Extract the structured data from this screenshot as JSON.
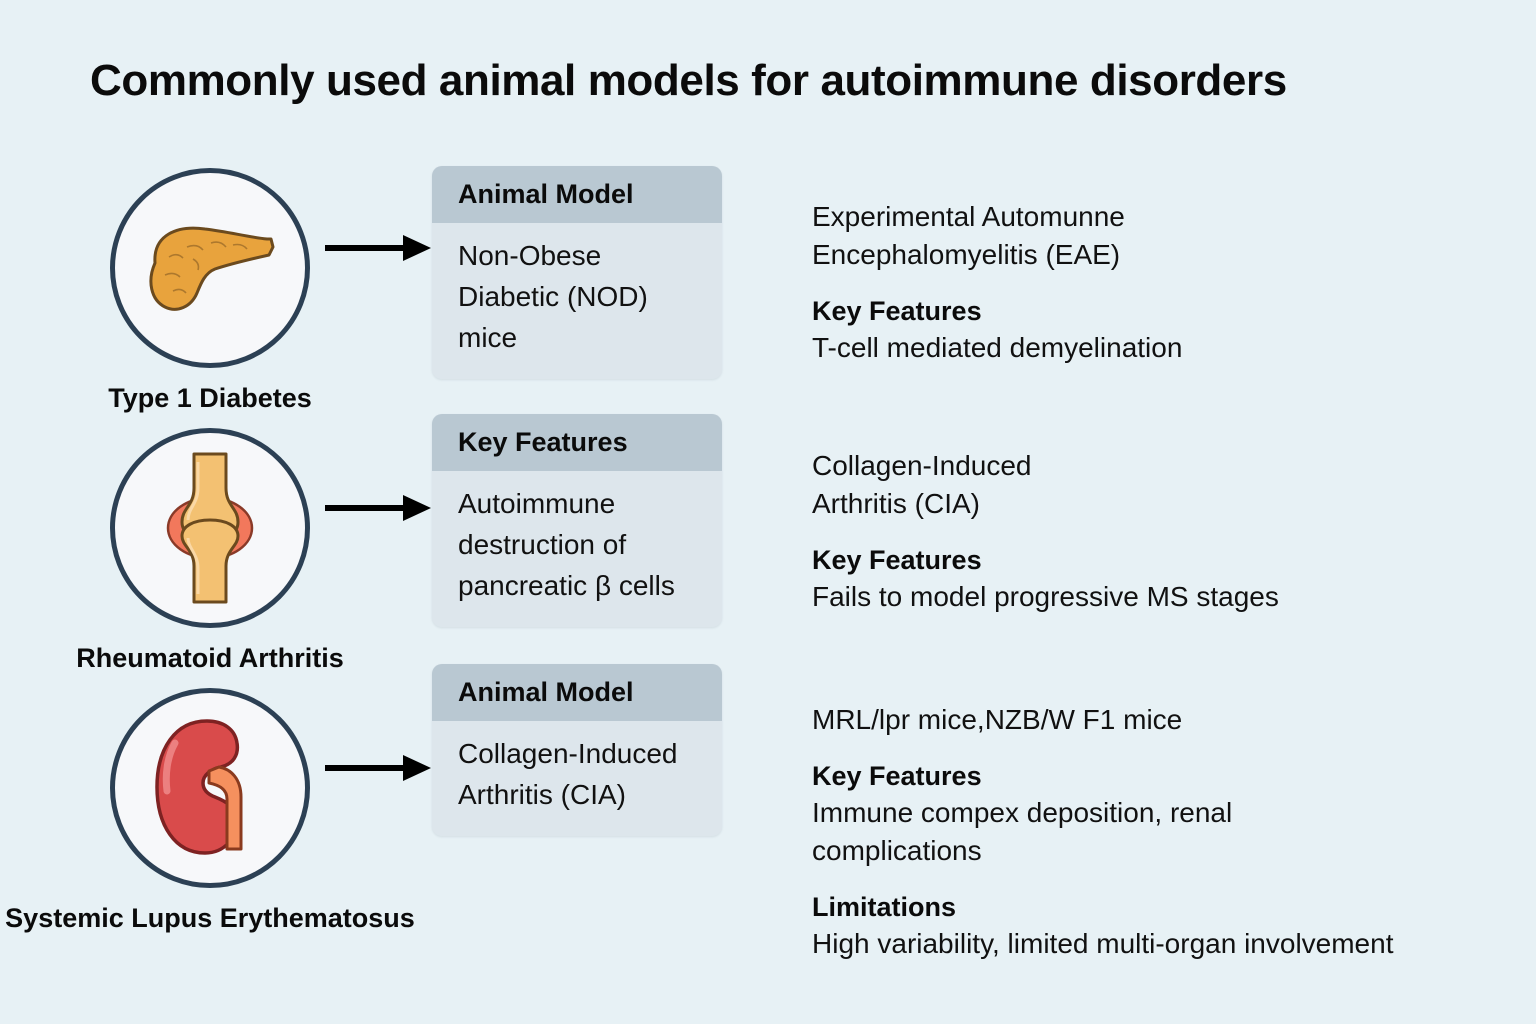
{
  "title": "Commonly used animal models for autoimmune disorders",
  "theme": {
    "background": "#e7f1f5",
    "card_header": "#b9c8d2",
    "card_body": "#dde6ec",
    "circle_border": "#2c4054",
    "circle_fill": "#f7f8fa",
    "text": "#111111",
    "pancreas": "#e8a33d",
    "bone": "#f3c172",
    "cartilage": "#f2785c",
    "kidney": "#d94b4b",
    "ureter": "#f5905e"
  },
  "diseases": [
    {
      "label": "Type 1 Diabetes",
      "icon": "pancreas-icon"
    },
    {
      "label": "Rheumatoid Arthritis",
      "icon": "joint-bone-icon"
    },
    {
      "label": "Systemic Lupus\nErythematosus",
      "icon": "kidney-icon"
    }
  ],
  "cards": [
    {
      "header": "Animal Model",
      "body": "Non-Obese Diabetic (NOD) mice"
    },
    {
      "header": "Key Features",
      "body": "Autoimmune destruction of pancreatic β cells"
    },
    {
      "header": "Animal Model",
      "body": "Collagen-Induced Arthritis (CIA)"
    }
  ],
  "info_blocks": [
    {
      "model": "Experimental Automunne\nEncephalomyelitis (EAE)",
      "sections": [
        {
          "heading": "Key Features",
          "text": "T-cell mediated demyelination"
        }
      ]
    },
    {
      "model": "Collagen-Induced\nArthritis (CIA)",
      "sections": [
        {
          "heading": "Key Features",
          "text": "Fails to model progressive MS stages"
        }
      ]
    },
    {
      "model": "MRL/lpr mice,NZB/W F1 mice",
      "sections": [
        {
          "heading": "Key Features",
          "text": "Immune compex deposition, renal\ncomplications"
        },
        {
          "heading": "Limitations",
          "text": "High variability, limited multi-organ involvement"
        }
      ]
    }
  ],
  "arrows": [
    {
      "name": "arrow-diabetes-to-card"
    },
    {
      "name": "arrow-arthritis-to-card"
    },
    {
      "name": "arrow-lupus-to-card"
    }
  ]
}
